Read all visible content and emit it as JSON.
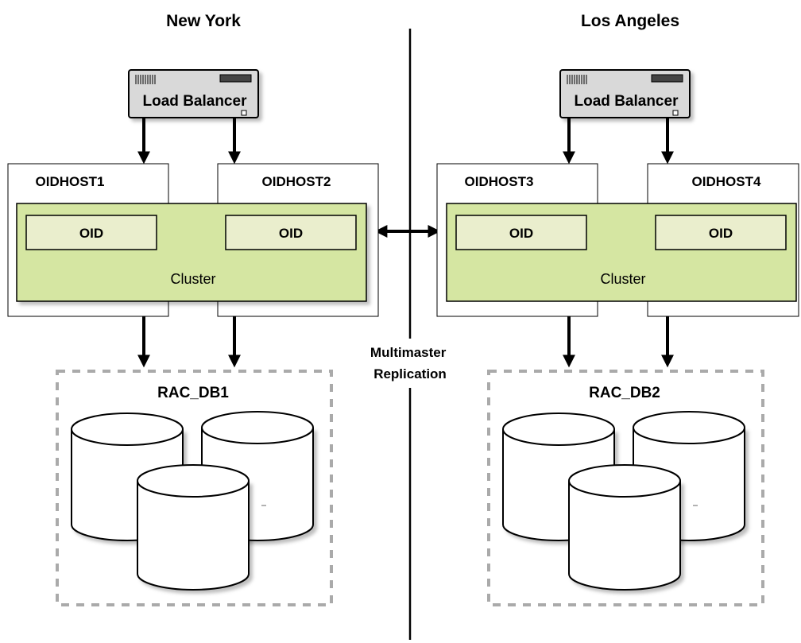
{
  "sites": [
    {
      "title": "New York",
      "load_balancer": "Load Balancer",
      "hosts": [
        "OIDHOST1",
        "OIDHOST2"
      ],
      "oid": [
        "OID",
        "OID"
      ],
      "cluster": "Cluster",
      "database": "RAC_DB1"
    },
    {
      "title": "Los Angeles",
      "load_balancer": "Load Balancer",
      "hosts": [
        "OIDHOST3",
        "OIDHOST4"
      ],
      "oid": [
        "OID",
        "OID"
      ],
      "cluster": "Cluster",
      "database": "RAC_DB2"
    }
  ],
  "replication": {
    "line1": "Multimaster",
    "line2": "Replication"
  },
  "colors": {
    "cluster_fill": "#d5e6a2",
    "oid_fill": "#eaeecd",
    "host_fill": "#ffffff",
    "lb_fill": "#d9d9d9",
    "db_border": "#aaaaaa",
    "cylinder_fill": "#ffffff"
  }
}
